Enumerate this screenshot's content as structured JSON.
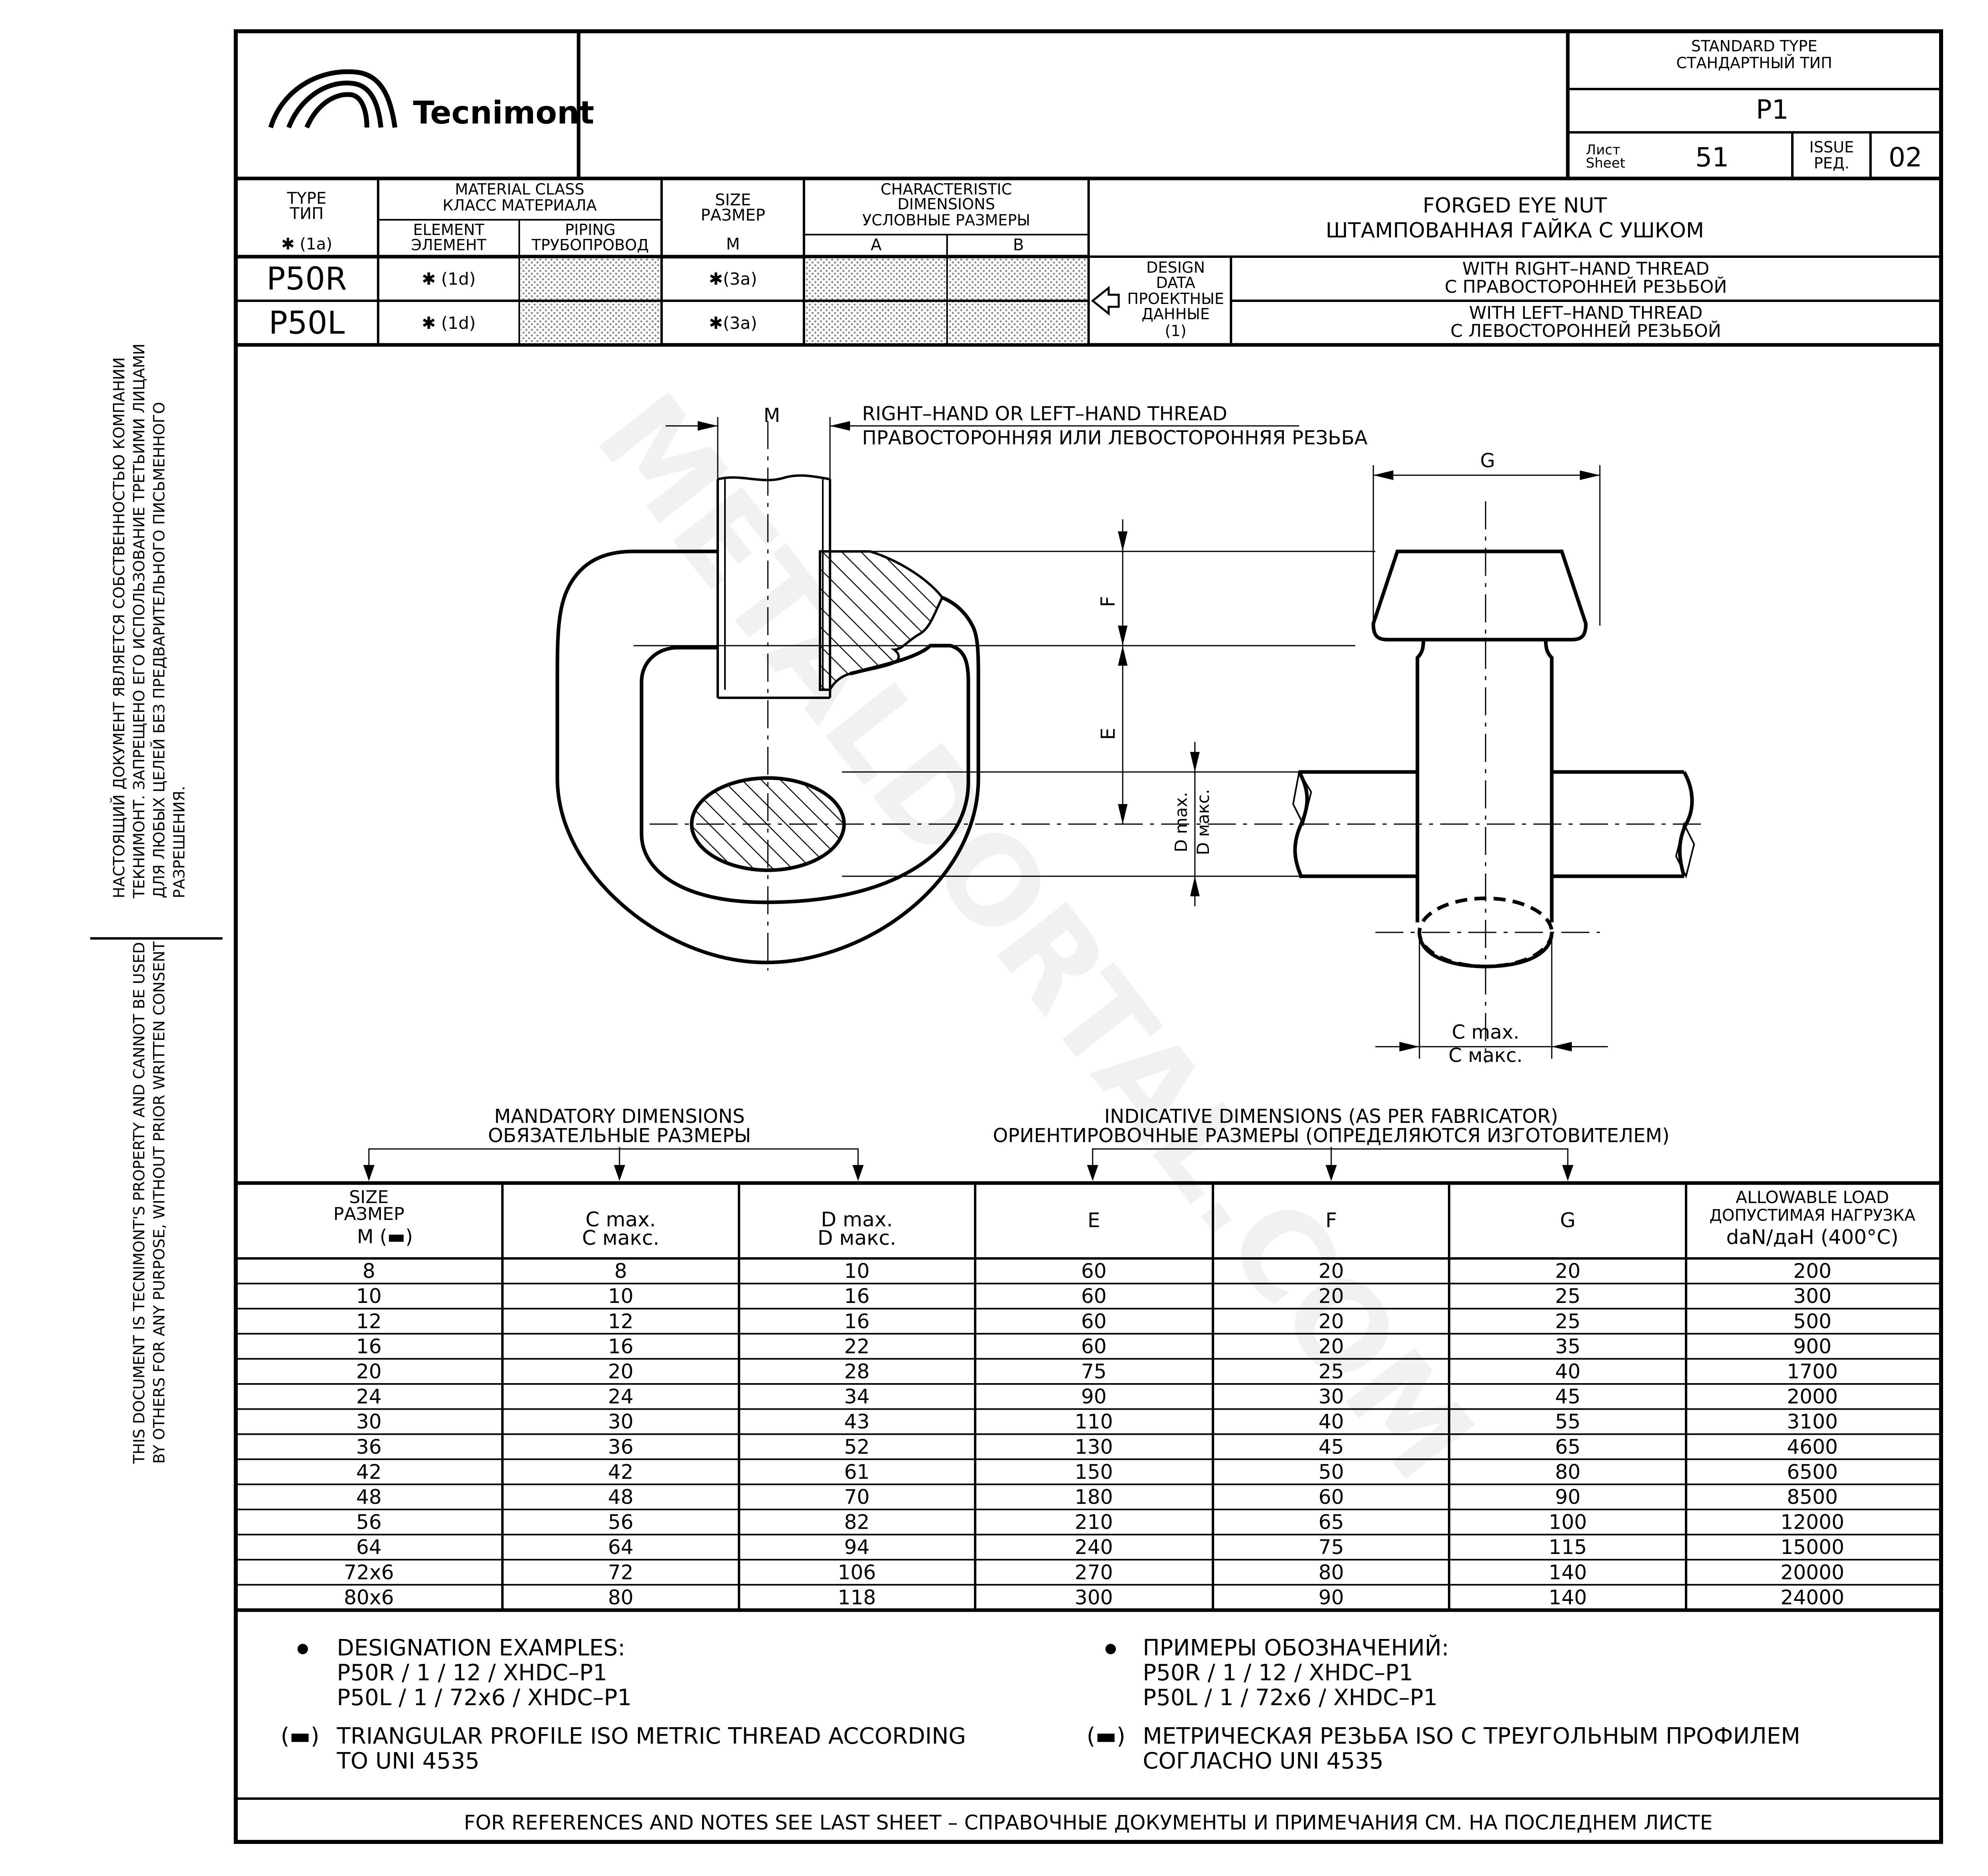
{
  "side_note": {
    "ru": [
      "НАСТОЯЩИЙ ДОКУМЕНТ ЯВЛЯЕТСЯ СОБСТВЕННОСТЬЮ КОМПАНИИ",
      "ТЕКНИМОНТ. ЗАПРЕЩЕНО ЕГО ИСПОЛЬЗОВАНИЕ ТРЕТЬИМИ ЛИЦАМИ",
      "ДЛЯ ЛЮБЫХ ЦЕЛЕЙ БЕЗ ПРЕДВАРИТЕЛЬНОГО ПИСЬМЕННОГО",
      "РАЗРЕШЕНИЯ."
    ],
    "en": [
      "THIS DOCUMENT IS TECNIMONT'S PROPERTY AND CANNOT BE USED",
      "BY OTHERS FOR ANY PURPOSE, WITHOUT PRIOR WRITTEN CONSENT"
    ]
  },
  "watermark": "METALDORTAL.COM",
  "title_block": {
    "logo_text": "Tecnimont",
    "standard_type_en": "STANDARD TYPE",
    "standard_type_ru": "СТАНДАРТНЫЙ ТИП",
    "standard_code": "P1",
    "sheet_label_ru": "Лист",
    "sheet_label_en": "Sheet",
    "sheet_number": "51",
    "issue_label_en": "ISSUE",
    "issue_label_ru": "РЕД.",
    "issue_number": "02"
  },
  "header_row": {
    "type_en": "TYPE",
    "type_ru": "ТИП",
    "type_note": "✱ (1a)",
    "material_class_en": "MATERIAL CLASS",
    "material_class_ru": "КЛАСС МАТЕРИАЛА",
    "element_en": "ELEMENT",
    "element_ru": "ЭЛЕМЕНТ",
    "piping_en": "PIPING",
    "piping_ru": "ТРУБОПРОВОД",
    "size_en": "SIZE",
    "size_ru": "РАЗМЕР",
    "size_m": "M",
    "char_en_1": "CHARACTERISTIC",
    "char_en_2": "DIMENSIONS",
    "char_ru": "УСЛОВНЫЕ РАЗМЕРЫ",
    "col_a": "A",
    "col_b": "B",
    "title_en": "FORGED EYE NUT",
    "title_ru": "ШТАМПОВАННАЯ ГАЙКА С УШКОМ"
  },
  "types": [
    {
      "code": "P50R",
      "element": "✱ (1d)",
      "size": "✱(3a)",
      "desc_en": "WITH RIGHT–HAND THREAD",
      "desc_ru": "С ПРАВОСТОРОННЕЙ РЕЗЬБОЙ"
    },
    {
      "code": "P50L",
      "element": "✱ (1d)",
      "size": "✱(3a)",
      "desc_en": "WITH LEFT–HAND THREAD",
      "desc_ru": "С ЛЕВОСТОРОННЕЙ РЕЗЬБОЙ"
    }
  ],
  "design_data": [
    "DESIGN",
    "DATA",
    "ПРОЕКТНЫЕ",
    "ДАННЫЕ",
    "(1)"
  ],
  "drawing": {
    "label_m": "M",
    "thread_en": "RIGHT–HAND OR LEFT–HAND THREAD",
    "thread_ru": "ПРАВОСТОРОННЯЯ ИЛИ ЛЕВОСТОРОННЯЯ РЕЗЬБА",
    "label_g": "G",
    "label_f": "F",
    "label_e": "E",
    "label_d_en": "D max.",
    "label_d_ru": "D макс.",
    "label_c_en": "C max.",
    "label_c_ru": "C макс."
  },
  "table_captions": {
    "mandatory_en": "MANDATORY DIMENSIONS",
    "mandatory_ru": "ОБЯЗАТЕЛЬНЫЕ РАЗМЕРЫ",
    "indicative_en": "INDICATIVE DIMENSIONS (AS PER FABRICATOR)",
    "indicative_ru": "ОРИЕНТИРОВОЧНЫЕ РАЗМЕРЫ (ОПРЕДЕЛЯЮТСЯ ИЗГОТОВИТЕЛЕМ)"
  },
  "table_header": {
    "size_en": "SIZE",
    "size_ru": "РАЗМЕР",
    "size_m": "M (▬)",
    "c_en": "C max.",
    "c_ru": "C макс.",
    "d_en": "D max.",
    "d_ru": "D макс.",
    "e": "E",
    "f": "F",
    "g": "G",
    "load_en": "ALLOWABLE LOAD",
    "load_ru": "ДОПУСТИМАЯ НАГРУЗКА",
    "load_unit": "daN/даН (400°C)"
  },
  "table_rows": [
    [
      "8",
      "8",
      "10",
      "60",
      "20",
      "20",
      "200"
    ],
    [
      "10",
      "10",
      "16",
      "60",
      "20",
      "25",
      "300"
    ],
    [
      "12",
      "12",
      "16",
      "60",
      "20",
      "25",
      "500"
    ],
    [
      "16",
      "16",
      "22",
      "60",
      "20",
      "35",
      "900"
    ],
    [
      "20",
      "20",
      "28",
      "75",
      "25",
      "40",
      "1700"
    ],
    [
      "24",
      "24",
      "34",
      "90",
      "30",
      "45",
      "2000"
    ],
    [
      "30",
      "30",
      "43",
      "110",
      "40",
      "55",
      "3100"
    ],
    [
      "36",
      "36",
      "52",
      "130",
      "45",
      "65",
      "4600"
    ],
    [
      "42",
      "42",
      "61",
      "150",
      "50",
      "80",
      "6500"
    ],
    [
      "48",
      "48",
      "70",
      "180",
      "60",
      "90",
      "8500"
    ],
    [
      "56",
      "56",
      "82",
      "210",
      "65",
      "100",
      "12000"
    ],
    [
      "64",
      "64",
      "94",
      "240",
      "75",
      "115",
      "15000"
    ],
    [
      "72x6",
      "72",
      "106",
      "270",
      "80",
      "140",
      "20000"
    ],
    [
      "80x6",
      "80",
      "118",
      "300",
      "90",
      "140",
      "24000"
    ]
  ],
  "notes": {
    "examples_en_title": "DESIGNATION EXAMPLES:",
    "examples_en": [
      "P50R / 1 / 12 / XHDC–P1",
      "P50L / 1 / 72x6 / XHDC–P1"
    ],
    "examples_ru_title": "ПРИМЕРЫ ОБОЗНАЧЕНИЙ:",
    "examples_ru": [
      "P50R / 1 / 12 / XHDC–P1",
      "P50L / 1 / 72x6 / XHDC–P1"
    ],
    "thread_mark": "(▬)",
    "thread_en": [
      "TRIANGULAR PROFILE ISO METRIC THREAD ACCORDING",
      "TO UNI 4535"
    ],
    "thread_ru": [
      "МЕТРИЧЕСКАЯ РЕЗЬБА ISO С ТРЕУГОЛЬНЫМ ПРОФИЛЕМ",
      "СОГЛАСНО UNI 4535"
    ],
    "footer": "FOR REFERENCES AND NOTES SEE LAST SHEET – СПРАВОЧНЫЕ ДОКУМЕНТЫ И ПРИМЕЧАНИЯ СМ. НА ПОСЛЕДНЕМ ЛИСТЕ"
  }
}
